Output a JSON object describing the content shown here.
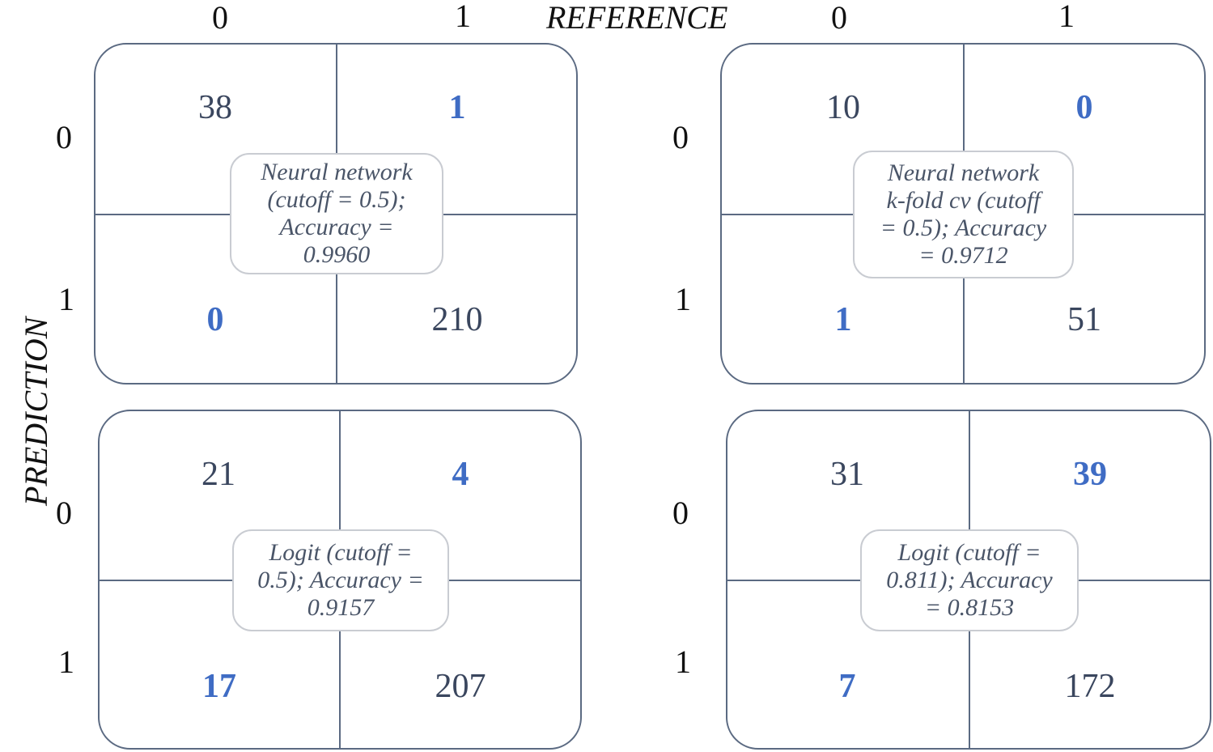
{
  "axes": {
    "reference_title": "REFERENCE",
    "prediction_title": "PREDICTION",
    "reference_labels": [
      "0",
      "1"
    ],
    "prediction_labels": [
      "0",
      "1"
    ]
  },
  "colors": {
    "correct": "#3a465e",
    "error": "#3f6cc4",
    "border": "#5b6a82"
  },
  "matrices": [
    {
      "caption": "Neural network (cutoff = 0.5); Accuracy = 0.9960",
      "caption_lines": [
        "Neural network",
        "(cutoff = 0.5);",
        "Accuracy =",
        "0.9960"
      ],
      "cells": {
        "p0_r0": "38",
        "p0_r1": "1",
        "p1_r0": "0",
        "p1_r1": "210"
      }
    },
    {
      "caption": "Neural network k-fold cv (cutoff = 0.5); Accuracy = 0.9712",
      "caption_lines": [
        "Neural network",
        "k-fold cv (cutoff",
        "= 0.5); Accuracy",
        "= 0.9712"
      ],
      "cells": {
        "p0_r0": "10",
        "p0_r1": "0",
        "p1_r0": "1",
        "p1_r1": "51"
      }
    },
    {
      "caption": "Logit (cutoff = 0.5); Accuracy = 0.9157",
      "caption_lines": [
        "Logit (cutoff =",
        "0.5); Accuracy =",
        "0.9157"
      ],
      "cells": {
        "p0_r0": "21",
        "p0_r1": "4",
        "p1_r0": "17",
        "p1_r1": "207"
      }
    },
    {
      "caption": "Logit (cutoff = 0.811); Accuracy = 0.8153",
      "caption_lines": [
        "Logit (cutoff =",
        "0.811); Accuracy",
        "= 0.8153"
      ],
      "cells": {
        "p0_r0": "31",
        "p0_r1": "39",
        "p1_r0": "7",
        "p1_r1": "172"
      }
    }
  ]
}
